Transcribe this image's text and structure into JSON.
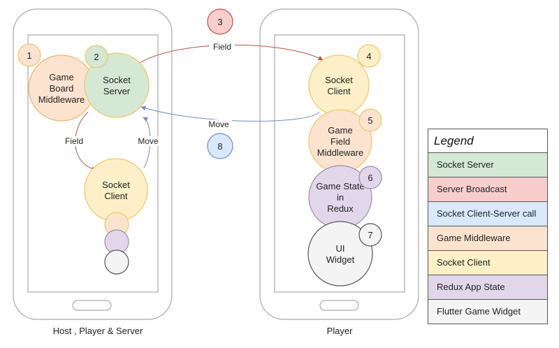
{
  "phones": [
    {
      "id": "host",
      "label": "Host , Player & Server"
    },
    {
      "id": "player",
      "label": "Player"
    }
  ],
  "nodes": [
    {
      "id": "game-board-middleware",
      "lines": [
        "Game",
        "Board",
        "Middleware"
      ],
      "fill": "#fbe3cf",
      "stroke": "#e8b86a"
    },
    {
      "id": "socket-server",
      "lines": [
        "Socket",
        "Server"
      ],
      "fill": "#d5e8d4",
      "stroke": "#e8c96a"
    },
    {
      "id": "socket-client-host",
      "lines": [
        "Socket",
        "Client"
      ],
      "fill": "#fdf0c8",
      "stroke": "#e8c96a"
    },
    {
      "id": "mini-middleware",
      "lines": [],
      "fill": "#fbe3cf",
      "stroke": "#e8c96a"
    },
    {
      "id": "mini-redux",
      "lines": [],
      "fill": "#e2d7ea",
      "stroke": "#9a8ca6"
    },
    {
      "id": "mini-widget",
      "lines": [],
      "fill": "#f4f4f4",
      "stroke": "#555555"
    },
    {
      "id": "socket-client-player",
      "lines": [
        "Socket",
        "Client"
      ],
      "fill": "#fdf0c8",
      "stroke": "#e8c96a"
    },
    {
      "id": "game-field-middleware",
      "lines": [
        "Game",
        "Field",
        "Middleware"
      ],
      "fill": "#fbe3cf",
      "stroke": "#e8c96a"
    },
    {
      "id": "game-state-redux",
      "lines": [
        "Game State",
        "in",
        "Redux"
      ],
      "fill": "#e2d7ea",
      "stroke": "#9a8ca6"
    },
    {
      "id": "ui-widget",
      "lines": [
        "UI",
        "Widget"
      ],
      "fill": "#f4f4f4",
      "stroke": "#555555"
    }
  ],
  "badges": [
    {
      "num": "1",
      "fill": "#fbe3cf",
      "stroke": "#e8c96a"
    },
    {
      "num": "2",
      "fill": "#d5e8d4",
      "stroke": "#e8c96a"
    },
    {
      "num": "3",
      "fill": "#f8cecc",
      "stroke": "#b85450"
    },
    {
      "num": "4",
      "fill": "#fdf0c8",
      "stroke": "#e8c96a"
    },
    {
      "num": "5",
      "fill": "#fbe3cf",
      "stroke": "#e8c96a"
    },
    {
      "num": "6",
      "fill": "#e2d7ea",
      "stroke": "#9a8ca6"
    },
    {
      "num": "7",
      "fill": "#f4f4f4",
      "stroke": "#555555"
    },
    {
      "num": "8",
      "fill": "#dae8fc",
      "stroke": "#6c8ebf"
    }
  ],
  "edges": [
    {
      "id": "server-to-client-field",
      "label": "Field",
      "color": "#b85450"
    },
    {
      "id": "client-to-server-move",
      "label": "Move",
      "color": "#6c8ebf"
    },
    {
      "id": "host-field",
      "label": "Field",
      "color": "#b85450"
    },
    {
      "id": "host-move",
      "label": "Move",
      "color": "#6c8ebf"
    }
  ],
  "legend": {
    "title": "Legend",
    "items": [
      {
        "label": "Socket Server",
        "color": "#d5e8d4"
      },
      {
        "label": "Server Broadcast",
        "color": "#f8cecc"
      },
      {
        "label": "Socket Client-Server call",
        "color": "#dae8fc"
      },
      {
        "label": "Game Middleware",
        "color": "#fbe3cf"
      },
      {
        "label": "Socket Client",
        "color": "#fdf0c8"
      },
      {
        "label": "Redux App State",
        "color": "#e2d7ea"
      },
      {
        "label": "Flutter Game Widget",
        "color": "#f4f4f4"
      }
    ]
  }
}
